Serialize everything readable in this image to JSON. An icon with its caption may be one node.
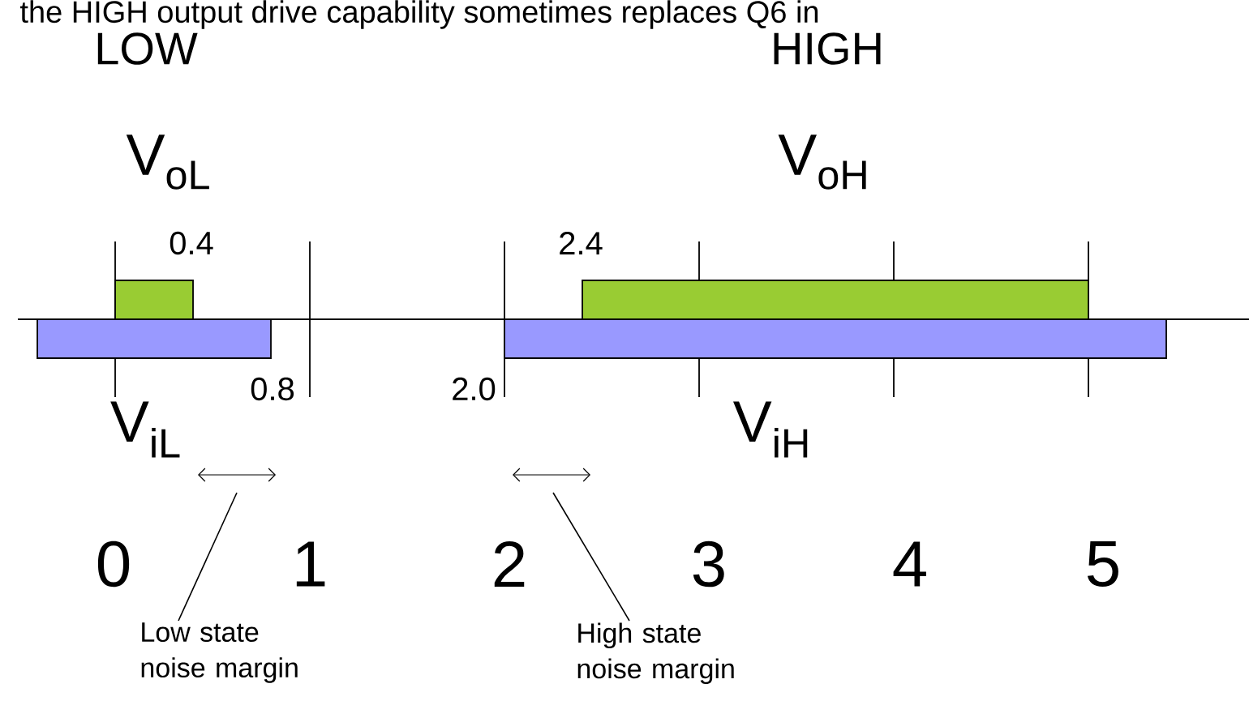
{
  "diagram": {
    "nodes": [
      {
        "text": [
          "Low state noise margin"
        ]
      },
      {
        "text": [
          "High state noise margin"
        ]
      }
    ],
    "edges": [
      {
        "from": 0,
        "to": null,
        "arrow": "none"
      },
      {
        "from": 1,
        "to": null,
        "arrow": "none"
      }
    ],
    "labels": [
      "the HIGH output drive capability sometimes replaces Q6 in",
      "LOW",
      "HIGH",
      "V$_{oL}$",
      "V$_{oH}$",
      "0.4",
      "2.4",
      "0.8",
      "2.0",
      "V$_{iL}$",
      "V$_{iH}$",
      "0",
      "1",
      "2",
      "3",
      "4",
      "5"
    ]
  }
}
